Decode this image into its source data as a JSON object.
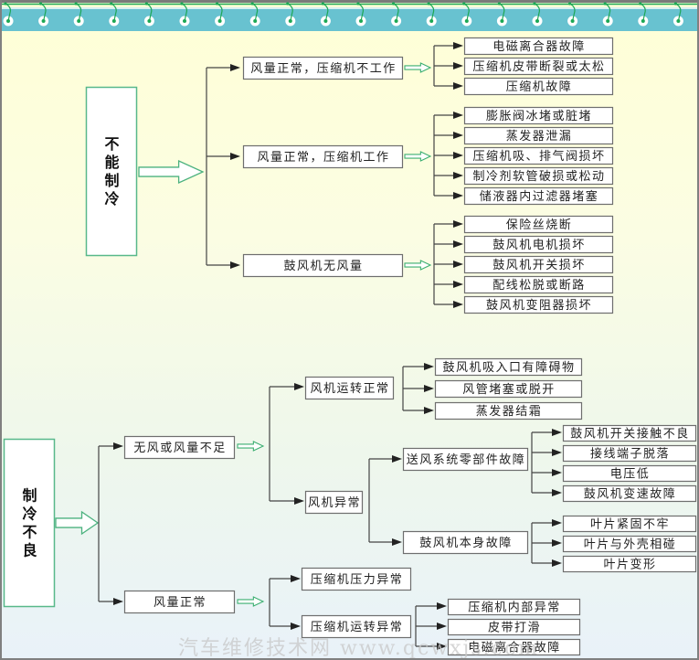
{
  "colors": {
    "header_band": "#68c2d0",
    "ring_wire": "#1da855",
    "root_border": "#58b88a",
    "hollow_arrow": "#3caf72",
    "box_border": "#6e6e6e"
  },
  "header": {
    "ring_count": 20,
    "icon": "binder-ring-icon"
  },
  "diagram": {
    "roots": [
      {
        "label": "不能制冷",
        "branches": [
          {
            "label": "风量正常，压缩机不工作",
            "causes": [
              "电磁离合器故障",
              "压缩机皮带断裂或太松",
              "压缩机故障"
            ]
          },
          {
            "label": "风量正常，压缩机工作",
            "causes": [
              "膨胀阀冰堵或脏堵",
              "蒸发器泄漏",
              "压缩机吸、排气阀损坏",
              "制冷剂软管破损或松动",
              "储液器内过滤器堵塞"
            ]
          },
          {
            "label": "鼓风机无风量",
            "causes": [
              "保险丝烧断",
              "鼓风机电机损坏",
              "鼓风机开关损坏",
              "配线松脱或断路",
              "鼓风机变阻器损坏"
            ]
          }
        ]
      },
      {
        "label": "制冷不良",
        "branches": [
          {
            "label": "无风或风量不足",
            "children": [
              {
                "label": "风机运转正常",
                "causes": [
                  "鼓风机吸入口有障碍物",
                  "风管堵塞或脱开",
                  "蒸发器结霜"
                ]
              },
              {
                "label": "风机异常",
                "children": [
                  {
                    "label": "送风系统零部件故障",
                    "causes": [
                      "鼓风机开关接触不良",
                      "接线端子脱落",
                      "电压低",
                      "鼓风机变速故障"
                    ]
                  },
                  {
                    "label": "鼓风机本身故障",
                    "causes": [
                      "叶片紧固不牢",
                      "叶片与外壳相碰",
                      "叶片变形"
                    ]
                  }
                ]
              }
            ]
          },
          {
            "label": "风量正常",
            "children": [
              {
                "label": "压缩机压力异常"
              },
              {
                "label": "压缩机运转异常",
                "causes": [
                  "压缩机内部异常",
                  "皮带打滑",
                  "电磁离合器故障"
                ]
              }
            ]
          }
        ]
      }
    ]
  },
  "watermark": "汽车维修技术网 www.qcwxjs.com"
}
